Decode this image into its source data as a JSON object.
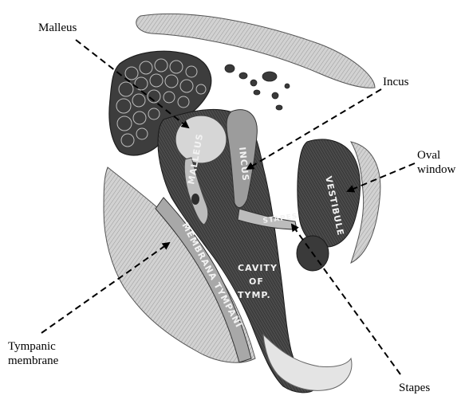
{
  "callouts": {
    "malleus": "Malleus",
    "incus": "Incus",
    "oval_window": [
      "Oval",
      "window"
    ],
    "tympanic_membrane": [
      "Tympanic",
      "membrane"
    ],
    "stapes": "Stapes"
  },
  "plate_labels": {
    "malleus": "MALLEUS",
    "incus": "INCUS",
    "stapes": "STAPES",
    "vestibule": "VESTIBULE",
    "membrana": "MEMBRANA TYMPANI",
    "cavity_line1": "CAVITY",
    "cavity_line2": "OF",
    "cavity_line3": "TYMP."
  },
  "colors": {
    "ink": "#000000",
    "dark_tissue": "#3a3a3a",
    "mid_tissue": "#8c8c8c",
    "light_tissue": "#c8c8c8"
  }
}
